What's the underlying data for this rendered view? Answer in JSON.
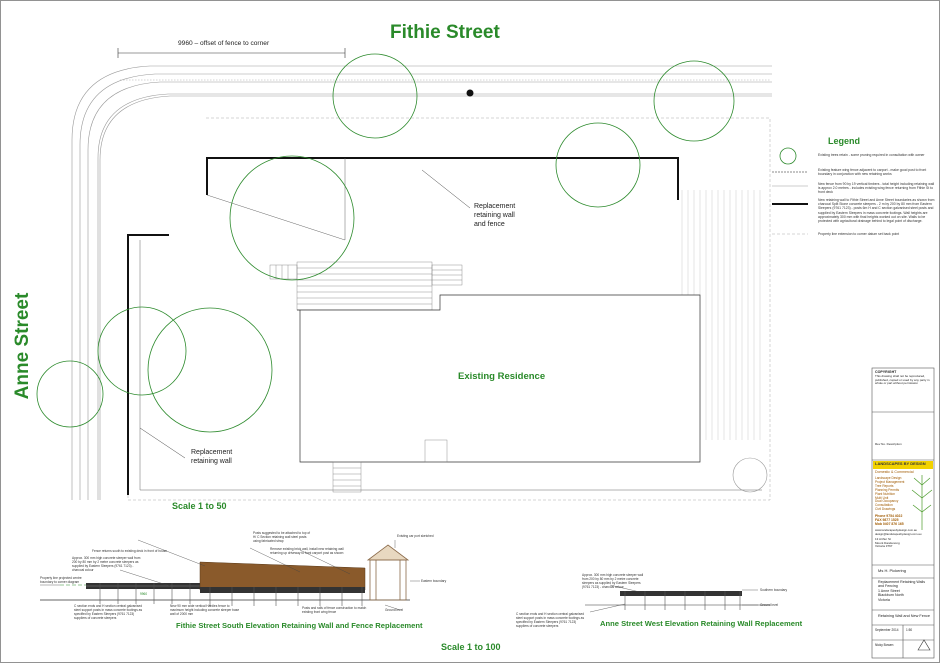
{
  "streets": {
    "north": "Fithie Street",
    "west": "Anne Street"
  },
  "dimension_label": "9960 – offset of fence to corner",
  "plan_labels": {
    "residence": "Existing Residence",
    "wall_fence_1": "Replacement",
    "wall_fence_2": "retaining wall",
    "wall_fence_3": "and fence",
    "wall_1": "Replacement",
    "wall_2": "retaining wall"
  },
  "scales": {
    "plan": "Scale 1 to 50",
    "elevations": "Scale 1 to 100"
  },
  "legend": {
    "title": "Legend",
    "items": [
      "Existing trees retain - some pruning required in consultation with owner",
      "Existing feature wing fence adjacent to carport - make good post to front boundary in conjunction with new retaining works",
      "New fence from 90 by 19 vertical timbers - total height including retaining wall is approx 2.0 metres - includes existing wing fence returning from Fithie St to front deck",
      "New retaining wall to Fithie Street and Anne Street boundaries as shown from charcoal Split Stone concrete sleepers - 2 m by 200 by 80 mm from Eastern Sleepers (9761 7123) - posts 6m H and C section galvanised steel posts and supplied by Eastern Sleepers in mass concrete footings. Wall heights are approximately 300 mm with final heights worked out on site. Walls to be protected with agricultural drainage behind to legal point of discharge.",
      "Property line extension to corner datum set back point"
    ]
  },
  "elevations": {
    "fithie": {
      "title": "Fithie Street South Elevation Retaining Wall and Fence Replacement",
      "notes": [
        "Posts suggested to be attached to top of H/ C Section retaining wall steel posts using fabricated strap",
        "Fence returns south to existing deck in front of house",
        "Remove existing brick wall, install new retaining wall returning up driveway to front carport post as shown",
        "Existing car port sketched",
        "Approx. 300 mm high concrete sleeper wall from 200 by 80 mm by 2 metre concrete sleepers as supplied by Eastern Sleepers (9761 7123) - charcoal colour",
        "Property line projected centre boundary to corner diagram",
        "Eastern boundary",
        "C section ends and H section central galvanised steel support posts in mass concrete footings as specified by Eastern Sleepers (9761 7123) suppliers of concrete sleepers",
        "New 90 mm wide vertical Hardies fence to maximum height including concrete sleeper base wall of 2000 mm",
        "Posts and rails of fence construction to match existing front wing fence",
        "Ground level"
      ],
      "dim": "9960"
    },
    "anne": {
      "title": "Anne Street West Elevation Retaining Wall Replacement",
      "notes": [
        "Approx. 300 mm high concrete sleeper wall from 200 by 80 mm by 2 metre concrete sleepers as supplied by Eastern Sleepers (9761 7123) - charcoal colour",
        "Southern boundary",
        "C section ends and H section central galvanised steel support posts in mass concrete footings as specified by Eastern Sleepers (9761 7123) suppliers of concrete sleepers",
        "Ground level"
      ]
    }
  },
  "title_block": {
    "copyright_head": "COPYRIGHT",
    "copyright": "This drawing shall not be reproduced, published, copied or used by any party in whole or part without permission",
    "company": "LANDSCAPES BY DESIGN",
    "company_sub": "Domestic & Commercial",
    "services": [
      "Landscape Design",
      "Project Management",
      "Tree Reports",
      "Planning Permits",
      "Plant Nutrition",
      "Multi Unit",
      "Dual Occupancy",
      "Consultation",
      "Civil Drawings"
    ],
    "phone": "Phone 9754 4022",
    "fax": "FAX 9877 1525",
    "mob": "Mob 0407 876 165",
    "web": "www.landscapesbydesign.com.au",
    "email": "design@landscapesbydesign.com.au",
    "address": [
      "13 Arthur St",
      "Mount Dandenong",
      "Victoria 3767"
    ],
    "client": "Ms H. Pickering",
    "project": [
      "Replacement Retaining Walls",
      "and Fencing",
      "1 Anne Street",
      "Blackburn North",
      "Victoria"
    ],
    "drawing_title": "Retaining Wall and New Fence",
    "date": "September 2014",
    "scale": "1:50",
    "drawn": "Nicky Bowen",
    "revisions": "Rev No.   Description"
  }
}
